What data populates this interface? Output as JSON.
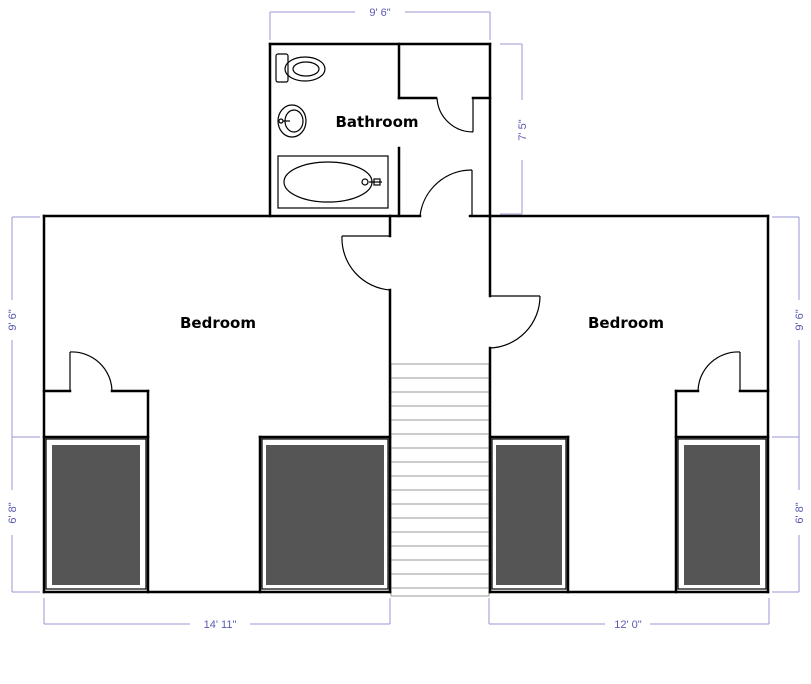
{
  "rooms": {
    "bathroom": "Bathroom",
    "bedroom_left": "Bedroom",
    "bedroom_right": "Bedroom"
  },
  "dimensions": {
    "top": "9' 6\"",
    "bathroom_height": "7' 5\"",
    "left_upper": "9' 6\"",
    "left_lower": "6' 8\"",
    "right_upper": "9' 6\"",
    "right_lower": "6' 8\"",
    "bottom_left": "14' 11\"",
    "bottom_right": "12' 0\""
  },
  "colors": {
    "dimension_line": "#9a9ad6",
    "dimension_text": "#5a5ab4",
    "bed": "#555555"
  }
}
